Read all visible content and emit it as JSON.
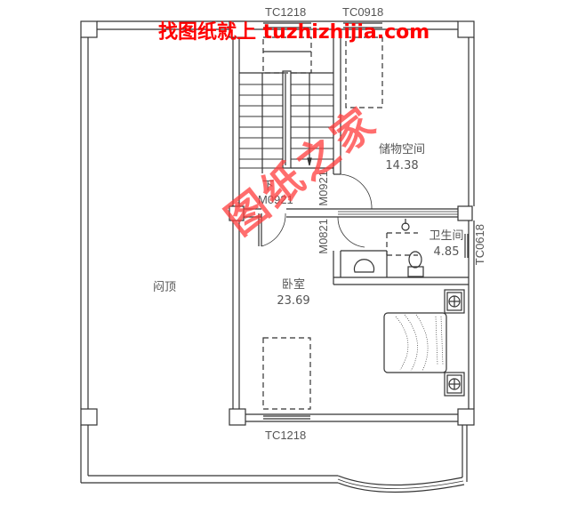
{
  "watermark": {
    "top_text": "找图纸就上 tuzhizhijia.com",
    "diagonal_text": "图纸之家",
    "color": "#ff0000"
  },
  "windows": {
    "top_left": "TC1218",
    "top_right": "TC0918",
    "bottom": "TC1218",
    "right": "TC0618"
  },
  "doors": {
    "stair_down_mark": "下",
    "stair_door": "M0921",
    "storage_door": "M0921",
    "bath_door": "M0821"
  },
  "rooms": {
    "storage": {
      "name": "储物空间",
      "area": "14.38"
    },
    "bathroom": {
      "name": "卫生间",
      "area": "4.85"
    },
    "bedroom": {
      "name": "卧室",
      "area": "23.69"
    },
    "roof": {
      "name": "闷顶"
    }
  },
  "colors": {
    "line": "#333333",
    "text": "#555555"
  }
}
